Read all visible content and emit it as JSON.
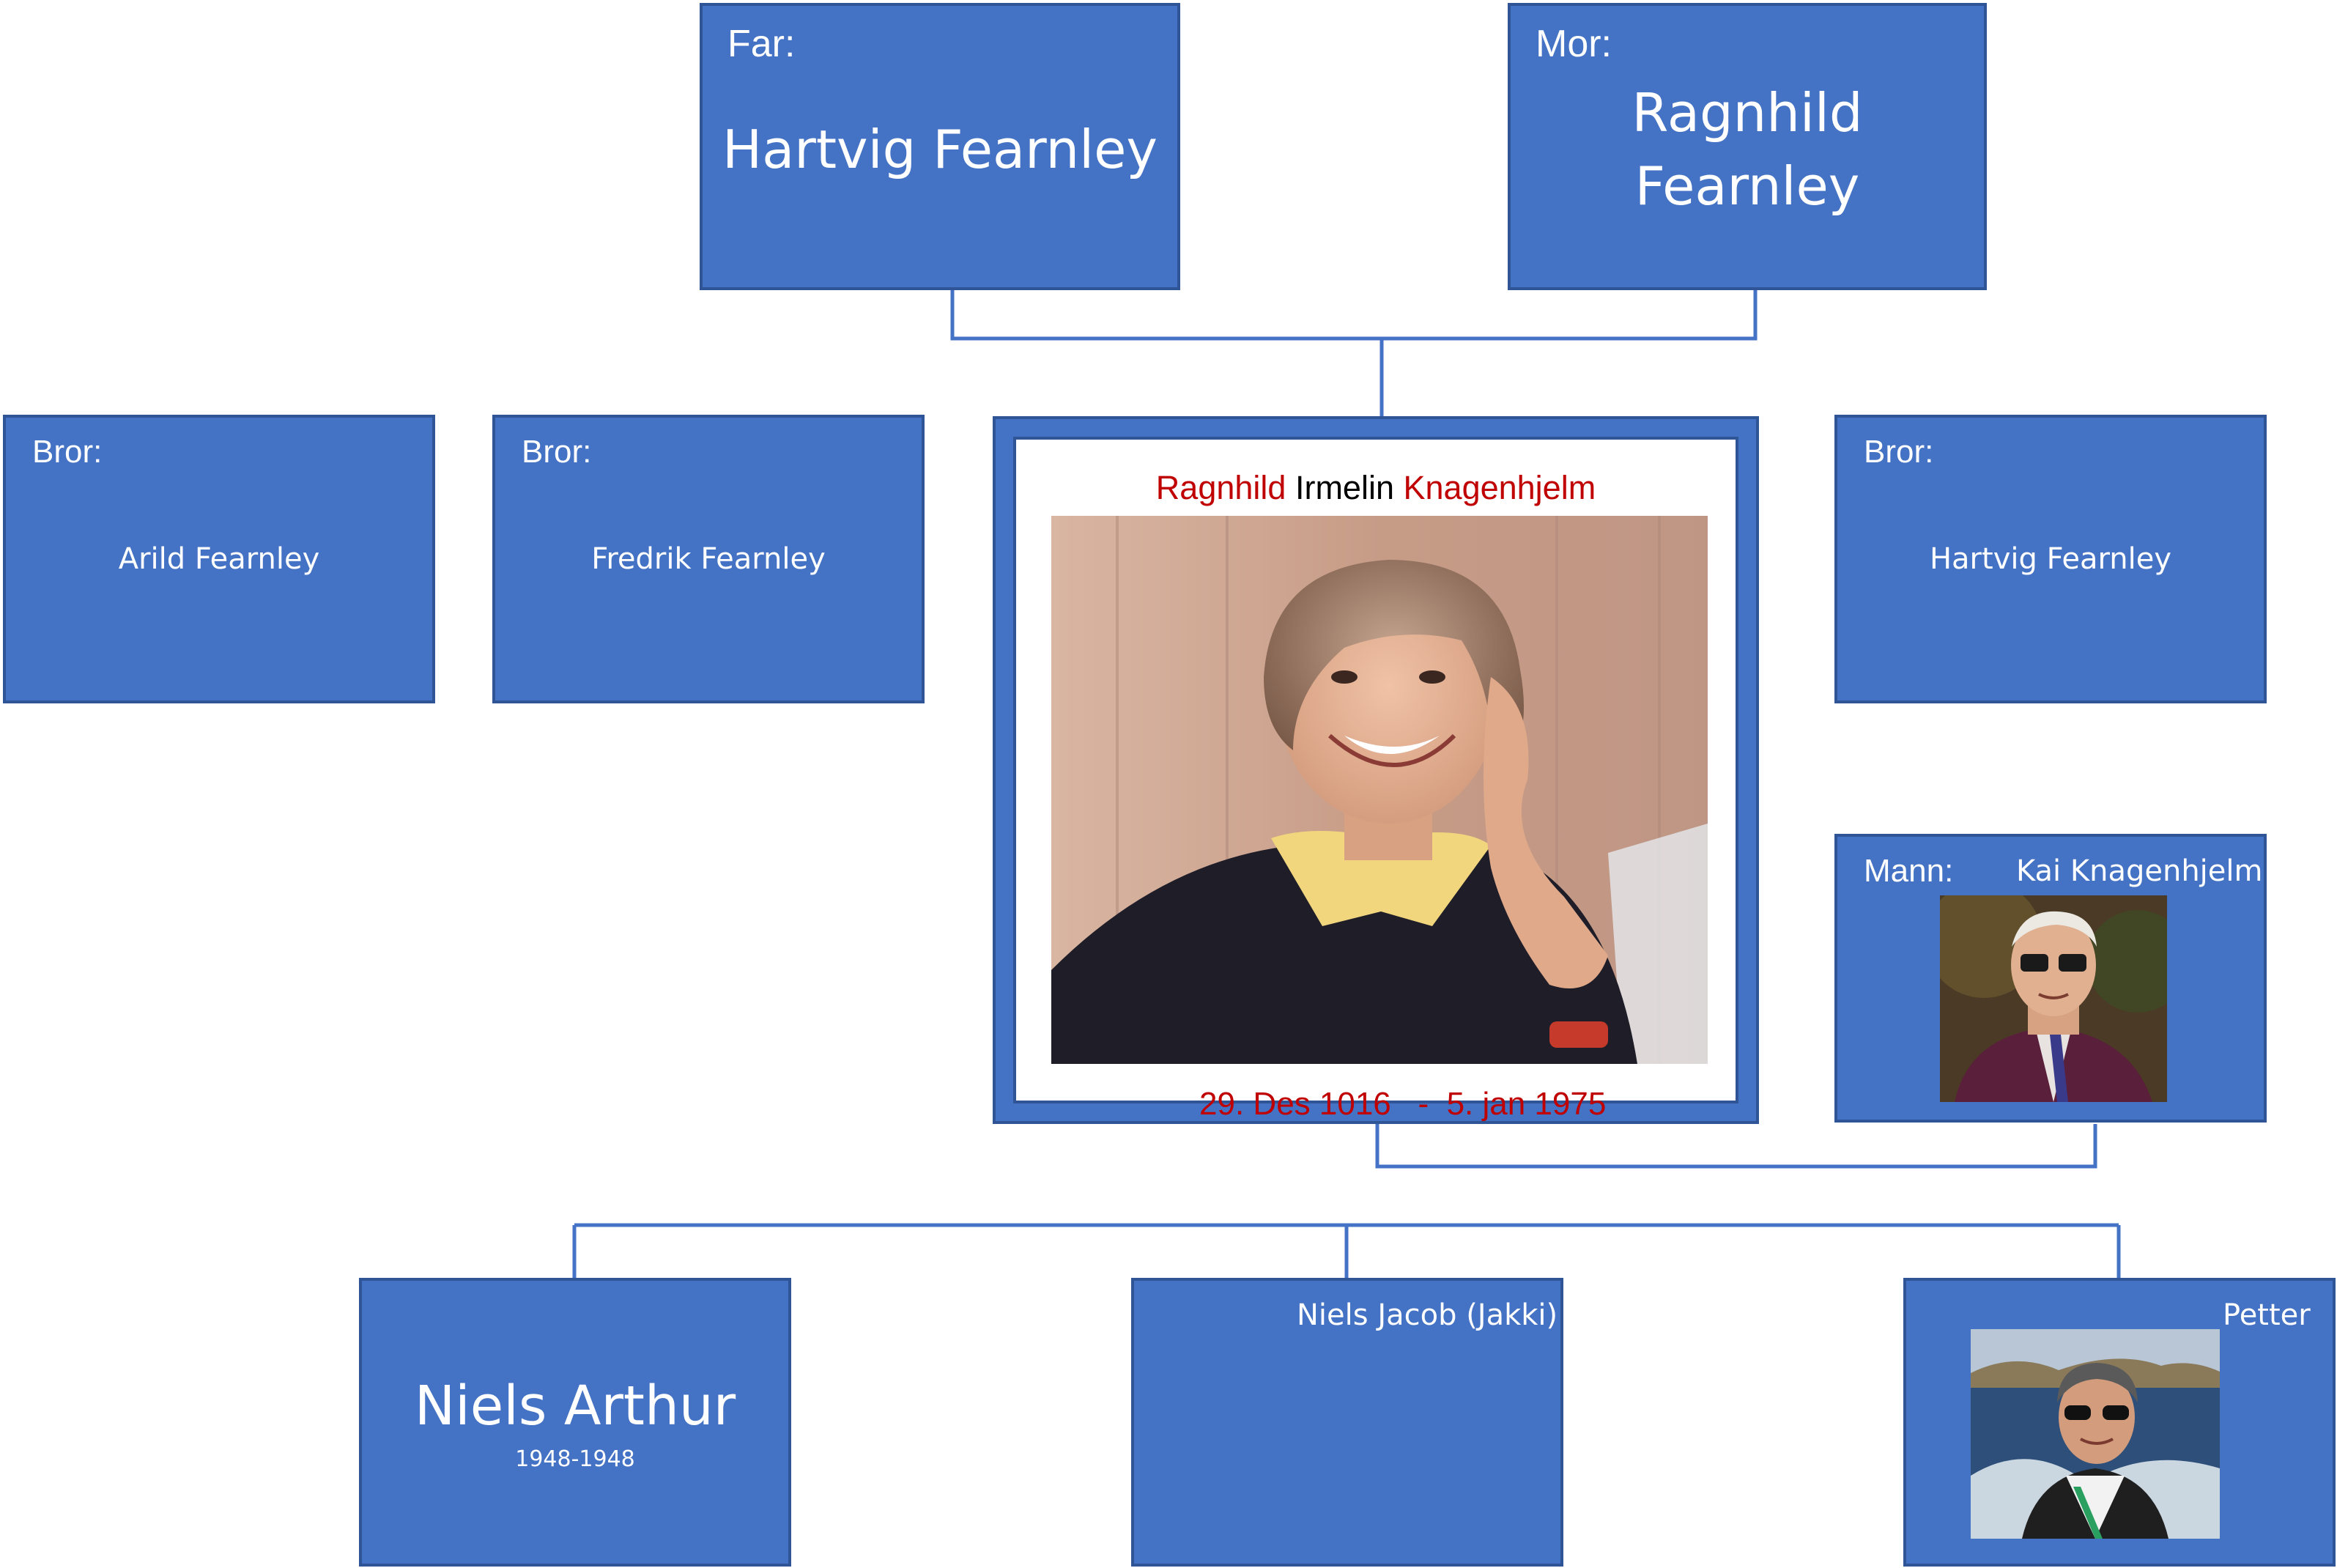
{
  "parents": {
    "father": {
      "role": "Far:",
      "name": "Hartvig Fearnley"
    },
    "mother": {
      "role": "Mor:",
      "name_line1": "Ragnhild",
      "name_line2": "Fearnley"
    }
  },
  "siblings": [
    {
      "role": "Bror:",
      "name": "Arild Fearnley"
    },
    {
      "role": "Bror:",
      "name": "Fredrik Fearnley"
    },
    {
      "role": "Bror:",
      "name": "Hartvig Fearnley"
    }
  ],
  "subject": {
    "first_name": "Ragnhild",
    "middle_name": "Irmelin",
    "last_name": "Knagenhjelm",
    "born": "29. Des 1016",
    "separator": "-",
    "died": "5. jan 1975",
    "accent_color": "#C00000"
  },
  "spouse": {
    "role": "Mann:",
    "name": "Kai Knagenhjelm"
  },
  "children": [
    {
      "name": "Niels Arthur",
      "years": "1948-1948"
    },
    {
      "name": "Niels Jacob (Jakki)"
    },
    {
      "name": "Petter"
    }
  ],
  "colors": {
    "box_fill": "#4472C4",
    "box_border": "#2F5597",
    "connector": "#4472C4"
  }
}
